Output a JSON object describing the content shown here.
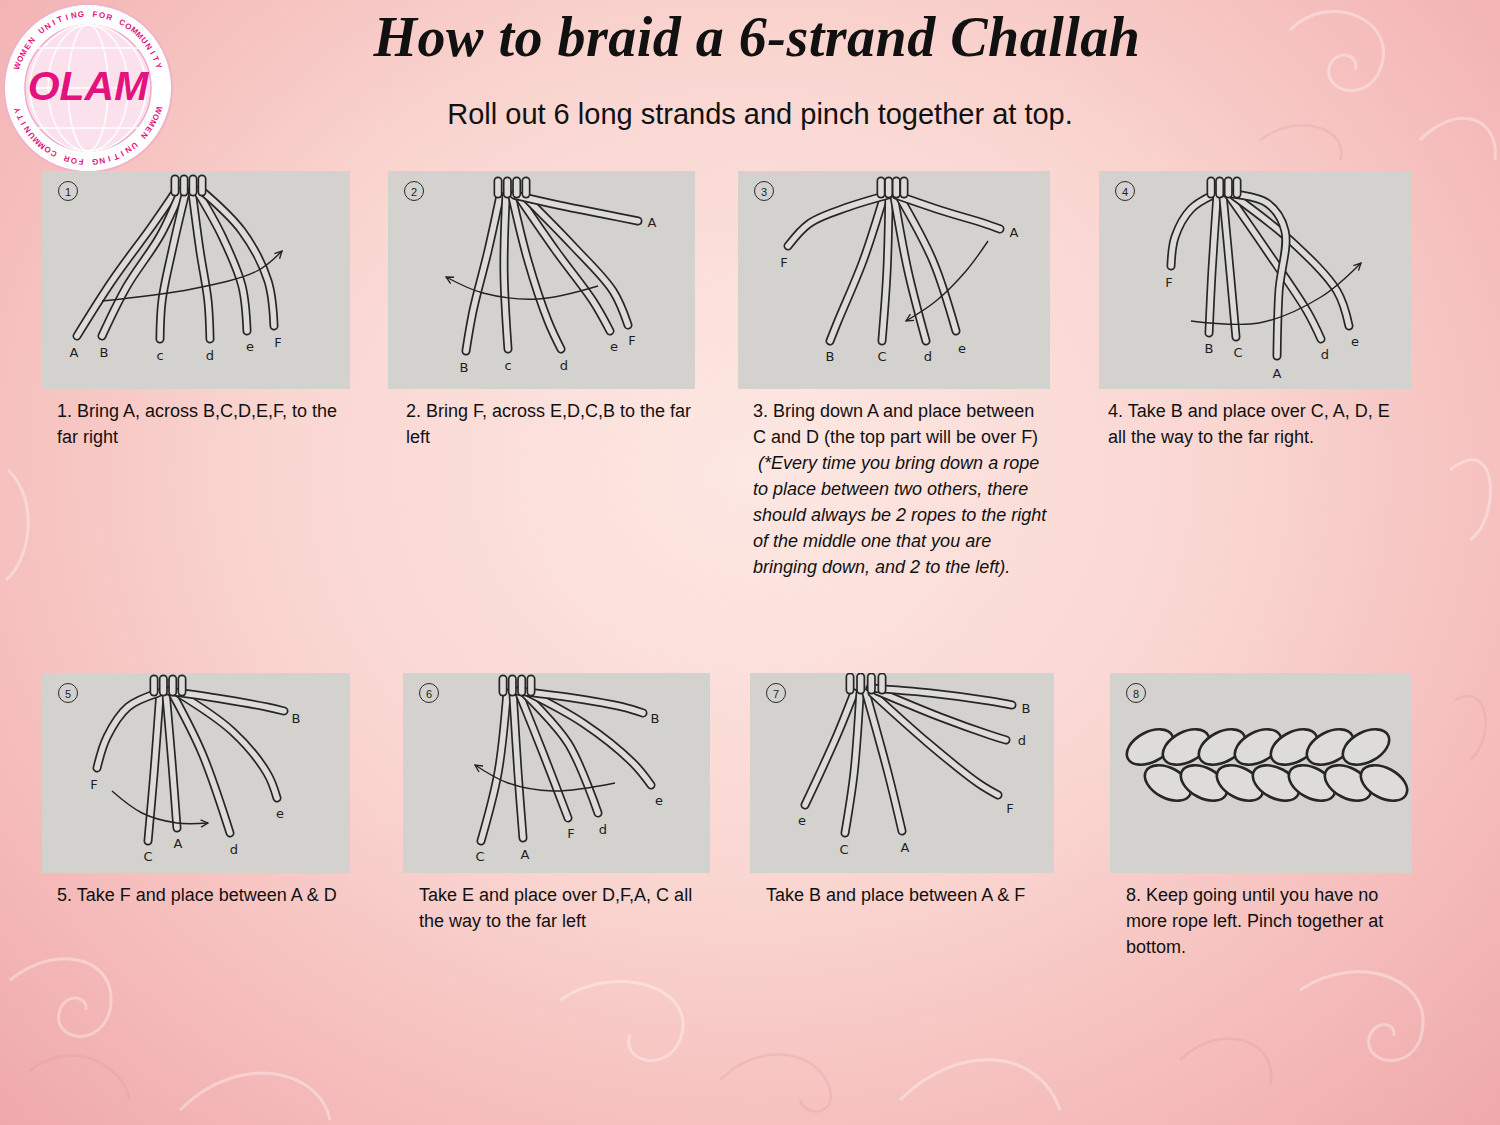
{
  "diagram": {
    "title": "How to braid a 6-strand Challah",
    "nodes": [
      {
        "text": [
          "OLAM",
          "WOMEN UNITING FOR COMMUNITY",
          "WOMEN UNITING FOR COMMUNITY"
        ]
      },
      {
        "text": [
          "1. Bring A, across B,C,D,E,F, to the far right"
        ]
      },
      {
        "text": [
          "1"
        ],
        "in": 1
      },
      {
        "text": [
          "2. Bring F, across E,D,C,B to the far left"
        ]
      },
      {
        "text": [
          "2"
        ],
        "in": 3
      },
      {
        "text": [
          "3. Bring down A and place between C and D (the top part will be over F)",
          "(*Every time you bring down a rope to place between two others, there should always be 2 ropes to the right of the middle one that you are bringing down, and 2 to the left)."
        ]
      },
      {
        "text": [
          "3"
        ],
        "in": 5
      },
      {
        "text": [
          "4. Take B and place over C, A, D, E all the way to the far right."
        ]
      },
      {
        "text": [
          "4"
        ],
        "in": 7
      },
      {
        "text": [
          "5. Take F and place between A & D"
        ]
      },
      {
        "text": [
          "5"
        ],
        "in": 9
      },
      {
        "text": [
          "Take E and place over D,F,A, C all the way to the far left"
        ]
      },
      {
        "text": [
          "6"
        ],
        "in": 11
      },
      {
        "text": [
          "Take B and place between A & F"
        ]
      },
      {
        "text": [
          "7"
        ],
        "in": 13
      },
      {
        "text": [
          "8. Keep going until you have no more rope left. Pinch together at bottom."
        ]
      },
      {
        "text": [
          "8"
        ],
        "in": 15
      }
    ],
    "labels": [
      "Roll out 6 long strands and pinch together at top.",
      "A",
      "B",
      "c",
      "d",
      "e",
      "F",
      "A",
      "B",
      "c",
      "d",
      "e",
      "F",
      "F",
      "A",
      "B",
      "C",
      "d",
      "e",
      "F",
      "B",
      "C",
      "A",
      "d",
      "e",
      "B",
      "F",
      "C",
      "A",
      "d",
      "e",
      "B",
      "e",
      "C",
      "A",
      "F",
      "d",
      "B",
      "d",
      "F",
      "e",
      "C",
      "A"
    ]
  }
}
